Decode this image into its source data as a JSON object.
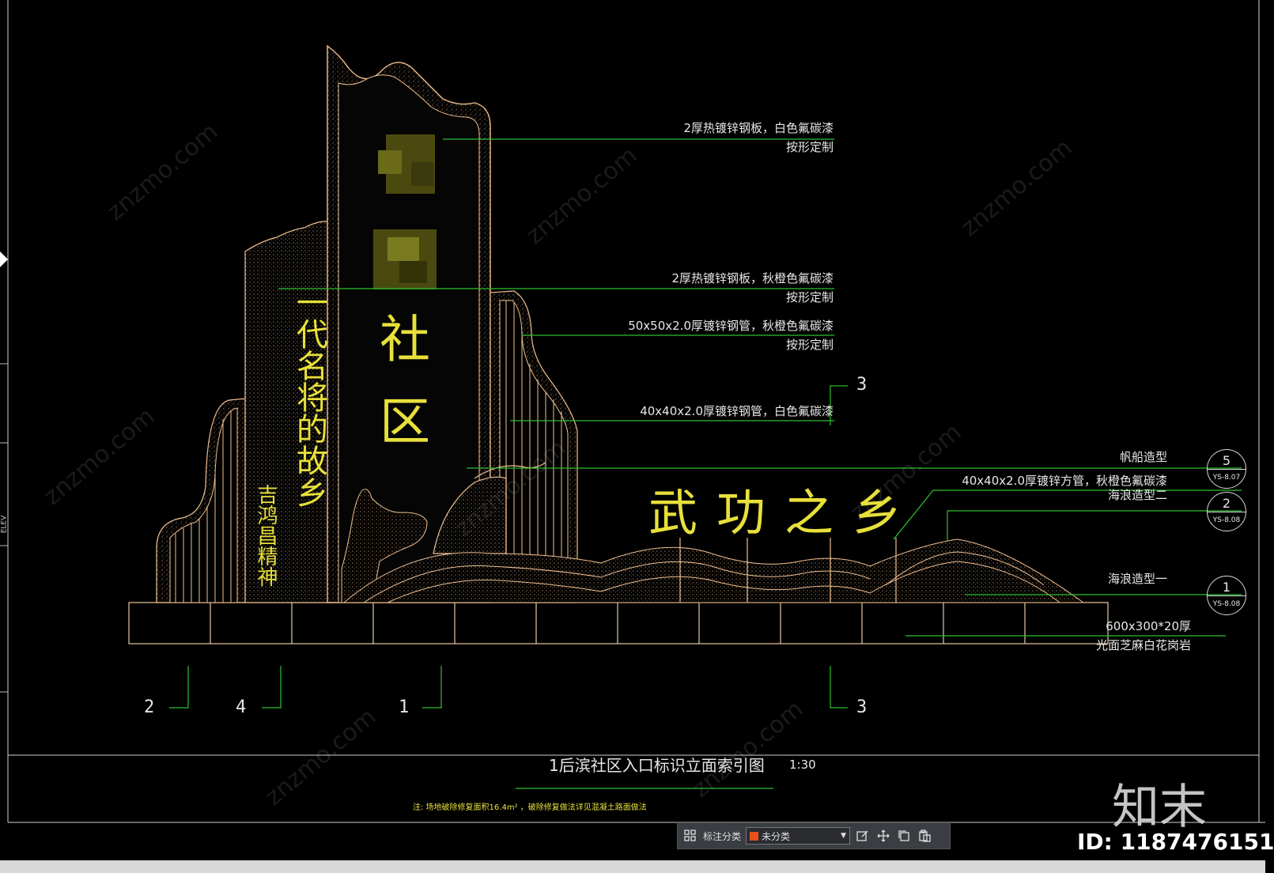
{
  "drawing": {
    "title": "1后滨社区入口标识立面索引图",
    "scale": "1:30",
    "note": "注: 场地破除修复面积16.4m² ，破除修复做法详见混凝土路面做法"
  },
  "callouts": [
    {
      "line1": "2厚热镀锌钢板，白色氟碳漆",
      "line2": "按形定制"
    },
    {
      "line1": "2厚热镀锌钢板，秋橙色氟碳漆",
      "line2": "按形定制"
    },
    {
      "line1": "50x50x2.0厚镀锌钢管，秋橙色氟碳漆",
      "line2": "按形定制"
    },
    {
      "line1": "40x40x2.0厚镀锌钢管，白色氟碳漆",
      "line2": ""
    },
    {
      "line1": "帆船造型",
      "line2": ""
    },
    {
      "line1": "40x40x2.0厚镀锌方管，秋橙色氟碳漆",
      "line2": ""
    },
    {
      "line1": "海浪造型二",
      "line2": ""
    },
    {
      "line1": "海浪造型一",
      "line2": ""
    },
    {
      "line1": "600x300*20厚",
      "line2": "光面芝麻白花岗岩"
    }
  ],
  "detail_bubbles": [
    {
      "number": "5",
      "sheet": "YS-8.07"
    },
    {
      "number": "2",
      "sheet": "YS-8.08"
    },
    {
      "number": "1",
      "sheet": "YS-8.08"
    }
  ],
  "section_marks": {
    "top": "3",
    "bottom": [
      "2",
      "4",
      "1",
      "3"
    ]
  },
  "sign_text": {
    "main": "社区",
    "slogan": "一代名将的故乡",
    "sub": "吉鸿昌精神",
    "ground": "武功之乡"
  },
  "toolbar": {
    "label": "标注分类",
    "layer_value": "未分类",
    "icons": [
      "grid-icon",
      "edit-icon",
      "move-icon",
      "copy-icon",
      "paste-icon"
    ]
  },
  "watermark": {
    "text": "znzmo.com",
    "logo": "知末",
    "id": "ID: 1187476151"
  },
  "left_edge_label": "ELEV",
  "colors": {
    "background": "#000000",
    "outline": "#f0c090",
    "leader": "#2ec02e",
    "sign_text": "#e8e03a",
    "dim_text": "#e8e8e8"
  }
}
